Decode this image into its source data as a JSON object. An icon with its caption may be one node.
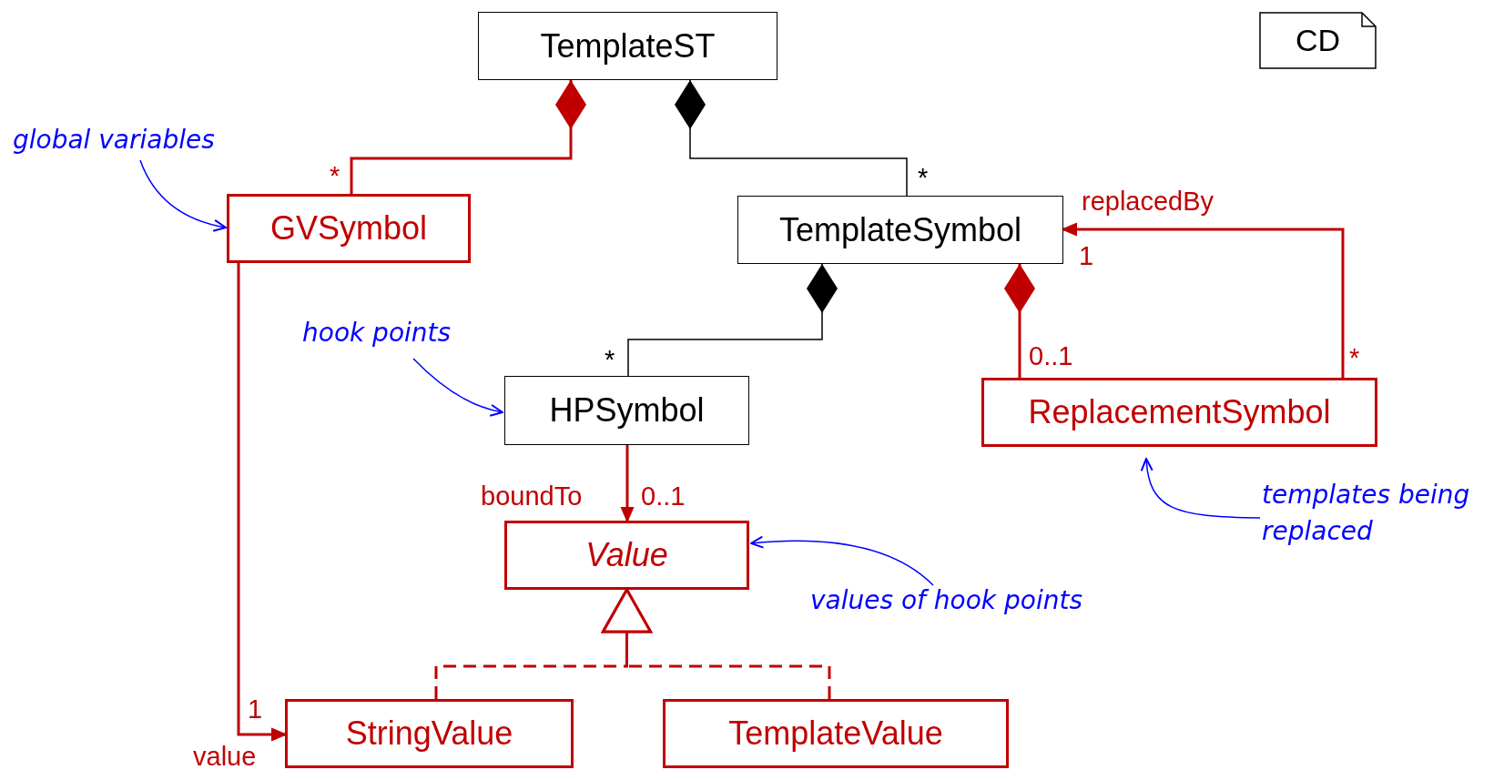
{
  "diagram": {
    "nodes": [
      {
        "text": [
          "TemplateST"
        ]
      },
      {
        "text": [
          "CD"
        ]
      },
      {
        "text": [
          "GVSymbol"
        ]
      },
      {
        "text": [
          "TemplateSymbol"
        ]
      },
      {
        "text": [
          "HPSymbol"
        ]
      },
      {
        "text": [
          "ReplacementSymbol"
        ]
      },
      {
        "text": [
          "Value"
        ]
      },
      {
        "text": [
          "StringValue"
        ]
      },
      {
        "text": [
          "TemplateValue"
        ]
      },
      {
        "text": [
          "global variables"
        ]
      },
      {
        "text": [
          "hook points"
        ]
      },
      {
        "text": [
          "templates being replaced"
        ]
      },
      {
        "text": [
          "values of hook points"
        ]
      }
    ],
    "edges": [
      {
        "from": 0,
        "to": 2,
        "arrow": "other",
        "label": "*"
      },
      {
        "from": 0,
        "to": 3,
        "arrow": "other",
        "label": "*",
        "color": "#000000"
      },
      {
        "from": 3,
        "to": 4,
        "arrow": "other",
        "label": "*",
        "color": "#000000"
      },
      {
        "from": 3,
        "to": 5,
        "arrow": "other",
        "label": "0..1"
      },
      {
        "from": 5,
        "to": 3,
        "arrow": "to",
        "label": "replacedBy"
      },
      {
        "from": 4,
        "to": 6,
        "arrow": "to",
        "label": "boundTo"
      },
      {
        "from": 2,
        "to": 7,
        "arrow": "to",
        "label": "value"
      },
      {
        "from": 7,
        "to": 6,
        "arrow": "to",
        "style": "dashed"
      },
      {
        "from": 8,
        "to": 6,
        "arrow": "to",
        "style": "dashed"
      },
      {
        "from": 9,
        "to": 2,
        "arrow": "to",
        "color": "#0000ff"
      },
      {
        "from": 10,
        "to": 4,
        "arrow": "to",
        "color": "#0000ff"
      },
      {
        "from": 11,
        "to": 5,
        "arrow": "to",
        "color": "#0000ff"
      },
      {
        "from": 12,
        "to": 6,
        "arrow": "to",
        "color": "#0000ff"
      }
    ],
    "labels": [
      "1",
      "*",
      "0..1",
      "1"
    ]
  }
}
